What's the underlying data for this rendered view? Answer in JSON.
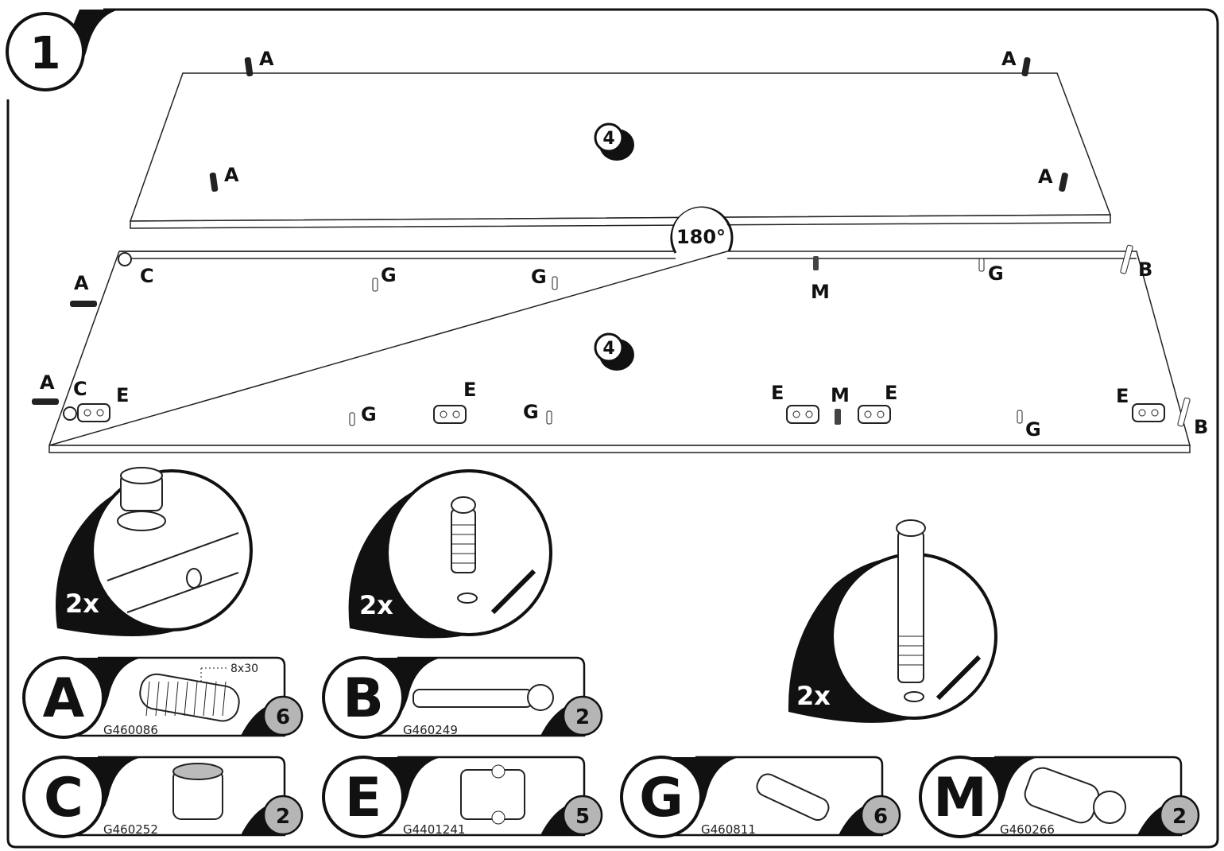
{
  "step_number": "1",
  "panels": {
    "top_panel_number": "4",
    "bottom_panel_number": "4",
    "rotation_label": "180°"
  },
  "hardware_labels": {
    "A": "A",
    "B": "B",
    "C": "C",
    "E": "E",
    "G": "G",
    "M": "M"
  },
  "details": {
    "cam_lock_multiplier": "2x",
    "cam_screw_multiplier": "2x",
    "connector_bolt_multiplier": "2x"
  },
  "parts": [
    {
      "letter": "A",
      "code": "G460086",
      "qty": "6",
      "dimension": "8x30"
    },
    {
      "letter": "B",
      "code": "G460249",
      "qty": "2"
    },
    {
      "letter": "C",
      "code": "G460252",
      "qty": "2"
    },
    {
      "letter": "E",
      "code": "G4401241",
      "qty": "5"
    },
    {
      "letter": "G",
      "code": "G460811",
      "qty": "6"
    },
    {
      "letter": "M",
      "code": "G460266",
      "qty": "2"
    }
  ],
  "colors": {
    "ink": "#111111",
    "badge": "#b5b5b5",
    "paper": "#ffffff"
  }
}
